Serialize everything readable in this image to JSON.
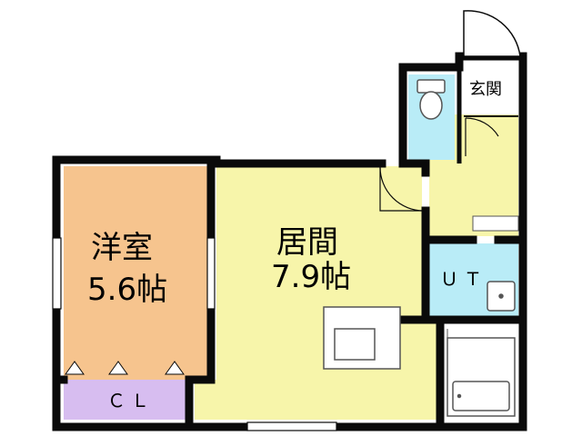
{
  "rooms": {
    "western": {
      "name": "洋室",
      "size": "5.6帖",
      "color": "#f6c48e"
    },
    "living": {
      "name": "居間",
      "size": "7.9帖",
      "color": "#f7f5aa"
    },
    "entrance": {
      "name": "玄関",
      "color": "#ffffff"
    },
    "closet": {
      "name": "ＣＬ",
      "color": "#d7bdf0"
    },
    "utility": {
      "name": "ＵＴ",
      "color": "#b9ecf7"
    },
    "toilet": {
      "color": "#b9ecf7"
    },
    "bath": {
      "color": "#ffffff"
    },
    "hall": {
      "color": "#f7f5aa"
    }
  },
  "colors": {
    "wall": "#0a0a0a",
    "fixture": "#555555"
  }
}
